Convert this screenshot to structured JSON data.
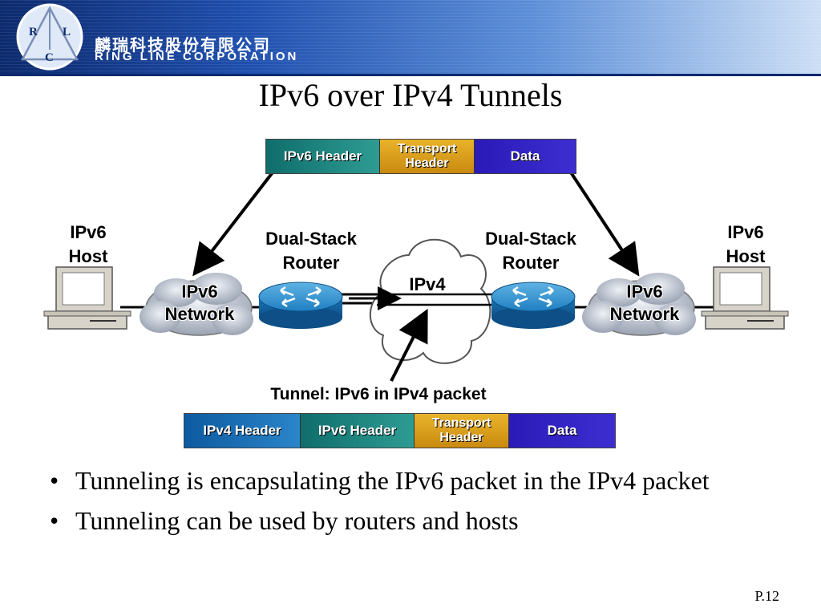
{
  "header": {
    "logo_letters": [
      "R",
      "L",
      "C"
    ],
    "company_cn": "麟瑞科技股份有限公司",
    "company_en": "RING LINE CORPORATION"
  },
  "title": "IPv6 over IPv4 Tunnels",
  "top_packet": {
    "segments": [
      {
        "label": "IPv6 Header",
        "color": "#1a7f7a"
      },
      {
        "label": "Transport Header",
        "color": "#d9a01c"
      },
      {
        "label": "Data",
        "color": "#3322c4"
      }
    ]
  },
  "bottom_packet": {
    "segments": [
      {
        "label": "IPv4 Header",
        "color": "#1a6fb5"
      },
      {
        "label": "IPv6 Header",
        "color": "#1a7f7a"
      },
      {
        "label": "Transport Header",
        "color": "#d9a01c"
      },
      {
        "label": "Data",
        "color": "#3322c4"
      }
    ]
  },
  "diagram": {
    "left_host": "IPv6\nHost",
    "right_host": "IPv6\nHost",
    "left_router": "Dual-Stack\nRouter",
    "right_router": "Dual-Stack\nRouter",
    "left_network": "IPv6\nNetwork",
    "right_network": "IPv6\nNetwork",
    "ipv4_cloud": "IPv4",
    "tunnel_caption": "Tunnel: IPv6 in IPv4 packet"
  },
  "bullets": [
    "Tunneling is encapsulating the IPv6 packet in the IPv4 packet",
    "Tunneling can be used by routers and hosts"
  ],
  "page_number": "P.12"
}
